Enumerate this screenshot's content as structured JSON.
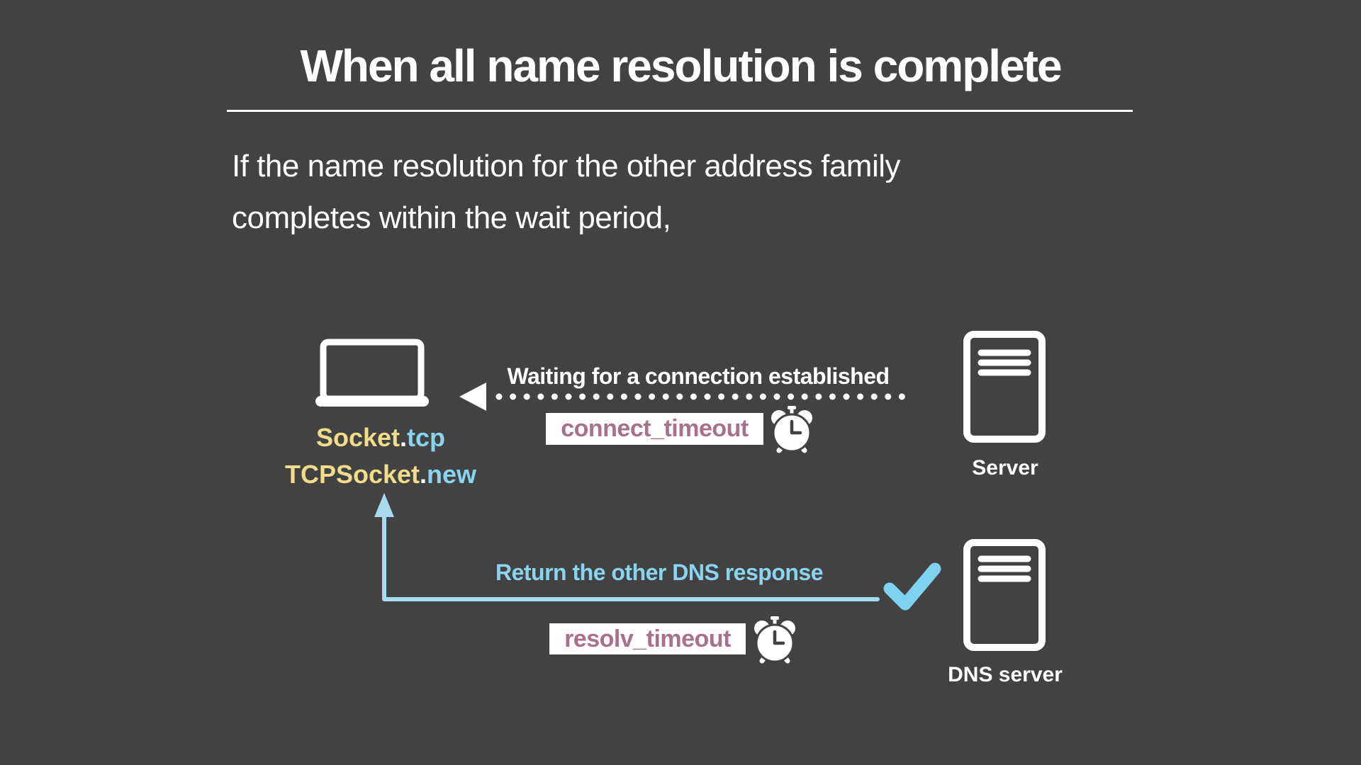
{
  "colors": {
    "background": "#424242",
    "text_primary": "#ffffff",
    "accent_yellow": "#f1dc8c",
    "accent_cyan": "#8bd4f0",
    "arrow_cyan": "#a8daf0",
    "check_cyan": "#7fd2f0",
    "timeout_text": "#a7718b",
    "timeout_box_bg": "#ffffff"
  },
  "header": {
    "title": "When all name resolution is complete"
  },
  "intro": {
    "line1": "If the name resolution for the other address family",
    "line2": "completes within the wait period,"
  },
  "diagram": {
    "client": {
      "icon": "laptop-icon",
      "label_line1": {
        "parts": [
          {
            "text": "Socket",
            "color": "#f1dc8c"
          },
          {
            "text": ".",
            "color": "#ffffff"
          },
          {
            "text": "tcp",
            "color": "#8bd4f0"
          }
        ]
      },
      "label_line2": {
        "parts": [
          {
            "text": "TCPSocket",
            "color": "#f1dc8c"
          },
          {
            "text": ".",
            "color": "#ffffff"
          },
          {
            "text": "new",
            "color": "#8bd4f0"
          }
        ]
      }
    },
    "server": {
      "icon": "server-icon",
      "label": "Server"
    },
    "dns_server": {
      "icon": "server-icon",
      "label": "DNS server"
    },
    "connection_flow": {
      "label": "Waiting for a connection established",
      "timeout_badge": "connect_timeout",
      "timeout_icon": "alarm-clock-icon",
      "arrow_style": "dotted, pointing left toward client"
    },
    "dns_flow": {
      "label": "Return the other DNS response",
      "timeout_badge": "resolv_timeout",
      "timeout_icon": "alarm-clock-icon",
      "status_icon": "checkmark-icon",
      "arrow_style": "solid cyan, from DNS server up into client"
    }
  }
}
